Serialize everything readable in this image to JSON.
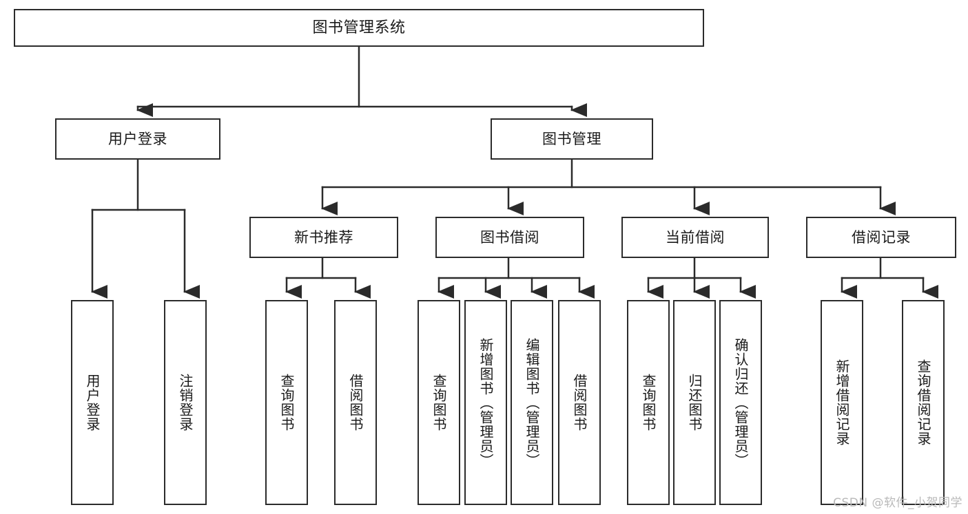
{
  "diagram": {
    "type": "tree",
    "title_node": "图书管理系统",
    "orientation": "top-down",
    "stroke_color": "#2b2b2b",
    "fill_color": "#ffffff",
    "text_color": "#1a1a1a"
  },
  "nodes": {
    "root": {
      "label": "图书管理系统"
    },
    "level2": [
      {
        "label": "用户登录"
      },
      {
        "label": "图书管理"
      }
    ],
    "level3": [
      {
        "label": "新书推荐"
      },
      {
        "label": "图书借阅"
      },
      {
        "label": "当前借阅"
      },
      {
        "label": "借阅记录"
      }
    ],
    "login_leaves": [
      {
        "label": "用户登录"
      },
      {
        "label": "注销登录"
      }
    ],
    "newbook_leaves": [
      {
        "label": "查询图书"
      },
      {
        "label": "借阅图书"
      }
    ],
    "borrow_leaves": [
      {
        "label": "查询图书"
      },
      {
        "label": "新增图书（管理员）"
      },
      {
        "label": "编辑图书（管理员）"
      },
      {
        "label": "借阅图书"
      }
    ],
    "current_leaves": [
      {
        "label": "查询图书"
      },
      {
        "label": "归还图书"
      },
      {
        "label": "确认归还（管理员）"
      }
    ],
    "record_leaves": [
      {
        "label": "新增借阅记录"
      },
      {
        "label": "查询借阅记录"
      }
    ]
  },
  "watermark": {
    "text": "CSDN @软件_小贺同学"
  }
}
